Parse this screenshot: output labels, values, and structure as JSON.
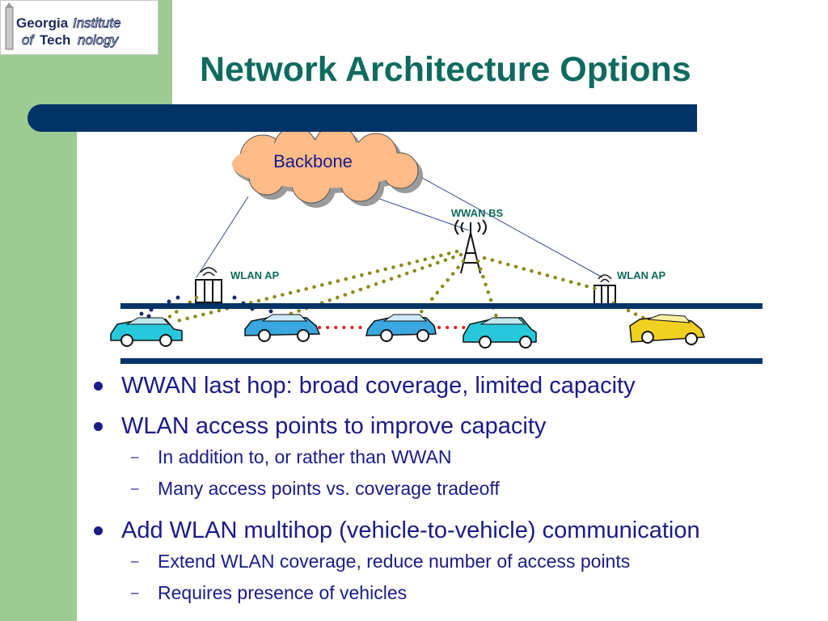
{
  "logo": {
    "line1": "GeorgiaInstitute",
    "line2": "ofTechnology"
  },
  "title": "Network Architecture Options",
  "diagram": {
    "backbone_label": "Backbone",
    "wwan_bs_label": "WWAN BS",
    "wlan_ap_left_label": "WLAN AP",
    "wlan_ap_right_label": "WLAN AP",
    "colors": {
      "road": "#003366",
      "link_dots": "#8b8b1a",
      "v2v_dots": "#e02020",
      "cloud": "#fdbb88",
      "car_cyan": "#27c8dc",
      "car_blue": "#3aa7de",
      "car_yellow": "#f0d020"
    }
  },
  "bullets": [
    {
      "text": "WWAN last hop: broad coverage, limited capacity",
      "sub": []
    },
    {
      "text": "WLAN access points to improve capacity",
      "sub": [
        "In addition to, or rather than WWAN",
        "Many access points vs. coverage tradeoff"
      ]
    },
    {
      "text": "Add WLAN multihop (vehicle-to-vehicle) communication",
      "sub": [
        "Extend WLAN coverage, reduce number of access points",
        "Requires presence of vehicles"
      ]
    }
  ],
  "sub_marker": "–"
}
